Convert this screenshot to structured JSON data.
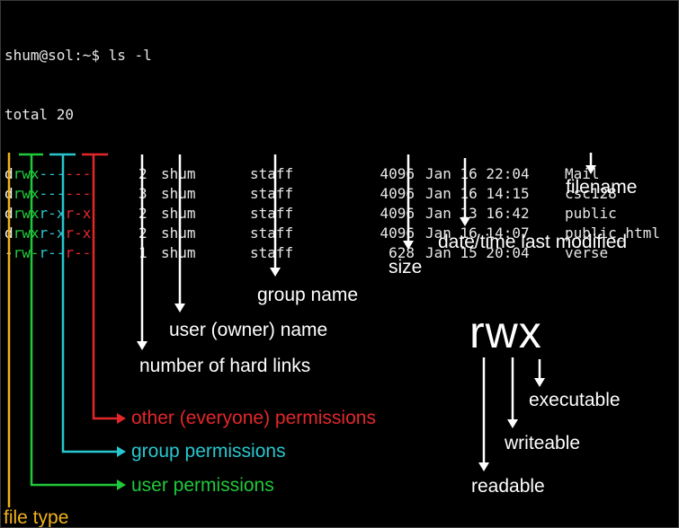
{
  "terminal": {
    "prompt": "shum@sol:~$ ls -l",
    "total": "total 20",
    "rows": [
      {
        "type": "d",
        "user": "rwx",
        "group": "---",
        "other": "---",
        "links": "2",
        "owner": "shum",
        "group_name": "staff",
        "size": "4096",
        "date": "Jan 16 22:04",
        "name": "Mail"
      },
      {
        "type": "d",
        "user": "rwx",
        "group": "---",
        "other": "---",
        "links": "3",
        "owner": "shum",
        "group_name": "staff",
        "size": "4096",
        "date": "Jan 16 14:15",
        "name": "csc128"
      },
      {
        "type": "d",
        "user": "rwx",
        "group": "r-x",
        "other": "r-x",
        "links": "2",
        "owner": "shum",
        "group_name": "staff",
        "size": "4096",
        "date": "Jan 13 16:42",
        "name": "public"
      },
      {
        "type": "d",
        "user": "rwx",
        "group": "r-x",
        "other": "r-x",
        "links": "2",
        "owner": "shum",
        "group_name": "staff",
        "size": "4096",
        "date": "Jan 16 14:07",
        "name": "public_html"
      },
      {
        "type": "-",
        "user": "rw-",
        "group": "r--",
        "other": "r--",
        "links": "1",
        "owner": "shum",
        "group_name": "staff",
        "size": "628",
        "date": "Jan 15 20:04",
        "name": "verse"
      }
    ]
  },
  "labels": {
    "filename": "filename",
    "date_modified": "date/time last modified",
    "size": "size",
    "group_name": "group name",
    "owner_name": "user (owner) name",
    "hard_links": "number of hard links",
    "other_perms": "other (everyone) permissions",
    "group_perms": "group permissions",
    "user_perms": "user permissions",
    "file_type": "file type"
  },
  "rwx": {
    "letters": "rwx",
    "executable": "executable",
    "writeable": "writeable",
    "readable": "readable"
  },
  "colors": {
    "file_type": "#f0b21a",
    "user": "#1fc93a",
    "group": "#28c7cf",
    "other": "#e3262a",
    "text": "#ffffff"
  }
}
